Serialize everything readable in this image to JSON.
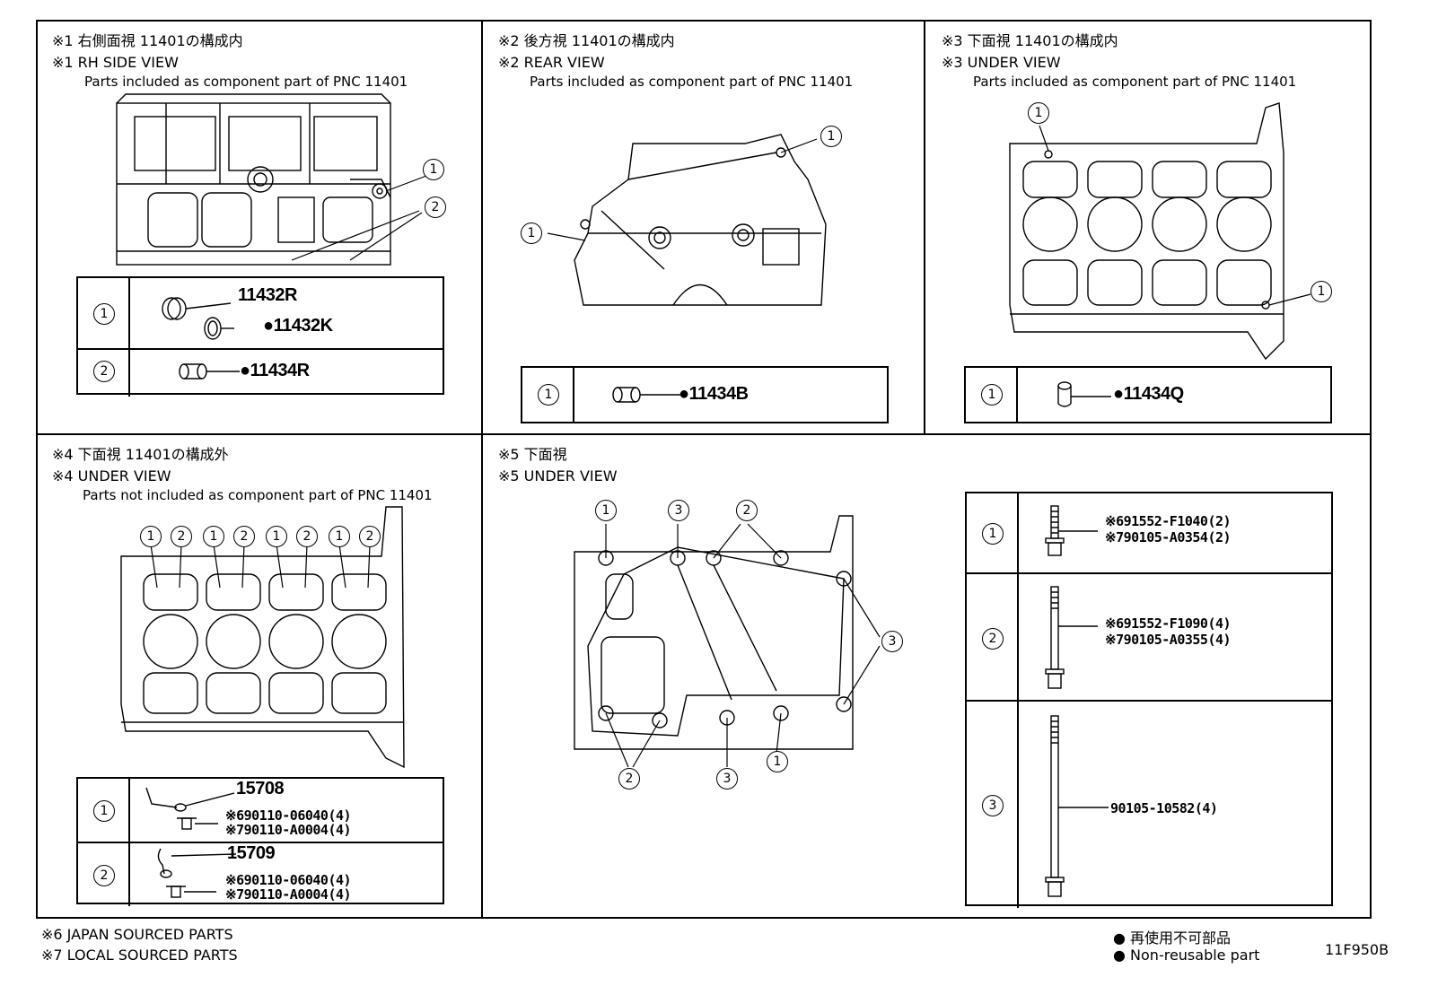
{
  "panels": {
    "p1": {
      "jp": "※1 右側面視 11401の構成内",
      "en": "※1 RH SIDE VIEW",
      "desc": "Parts included as component part of PNC 11401",
      "rows": [
        {
          "n": "1",
          "parts": [
            "11432R",
            "●11432K"
          ]
        },
        {
          "n": "2",
          "parts": [
            "●11434R"
          ]
        }
      ]
    },
    "p2": {
      "jp": "※2 後方視 11401の構成内",
      "en": "※2 REAR VIEW",
      "desc": "Parts included as component part of PNC 11401",
      "rows": [
        {
          "n": "1",
          "parts": [
            "●11434B"
          ]
        }
      ]
    },
    "p3": {
      "jp": "※3 下面視 11401の構成内",
      "en": "※3 UNDER VIEW",
      "desc": "Parts included as component part of PNC 11401",
      "rows": [
        {
          "n": "1",
          "parts": [
            "●11434Q"
          ]
        }
      ]
    },
    "p4": {
      "jp": "※4 下面視 11401の構成外",
      "en": "※4 UNDER VIEW",
      "desc": "Parts not included as component part of PNC 11401",
      "rows": [
        {
          "n": "1",
          "parts": [
            "15708",
            "※690110-06040(4)",
            "※790110-A0004(4)"
          ]
        },
        {
          "n": "2",
          "parts": [
            "15709",
            "※690110-06040(4)",
            "※790110-A0004(4)"
          ]
        }
      ]
    },
    "p5": {
      "jp": "※5 下面視",
      "en": "※5 UNDER VIEW",
      "rows": [
        {
          "n": "1",
          "parts": [
            "※691552-F1040(2)",
            "※790105-A0354(2)"
          ]
        },
        {
          "n": "2",
          "parts": [
            "※691552-F1090(4)",
            "※790105-A0355(4)"
          ]
        },
        {
          "n": "3",
          "parts": [
            "90105-10582(4)"
          ]
        }
      ]
    }
  },
  "footer": {
    "japan": "※6 JAPAN SOURCED PARTS",
    "local": "※7 LOCAL SOURCED PARTS",
    "nonreuse_jp": "● 再使用不可部品",
    "nonreuse_en": "● Non-reusable part",
    "code": "11F950B"
  },
  "callouts": {
    "one": "1",
    "two": "2",
    "three": "3"
  }
}
